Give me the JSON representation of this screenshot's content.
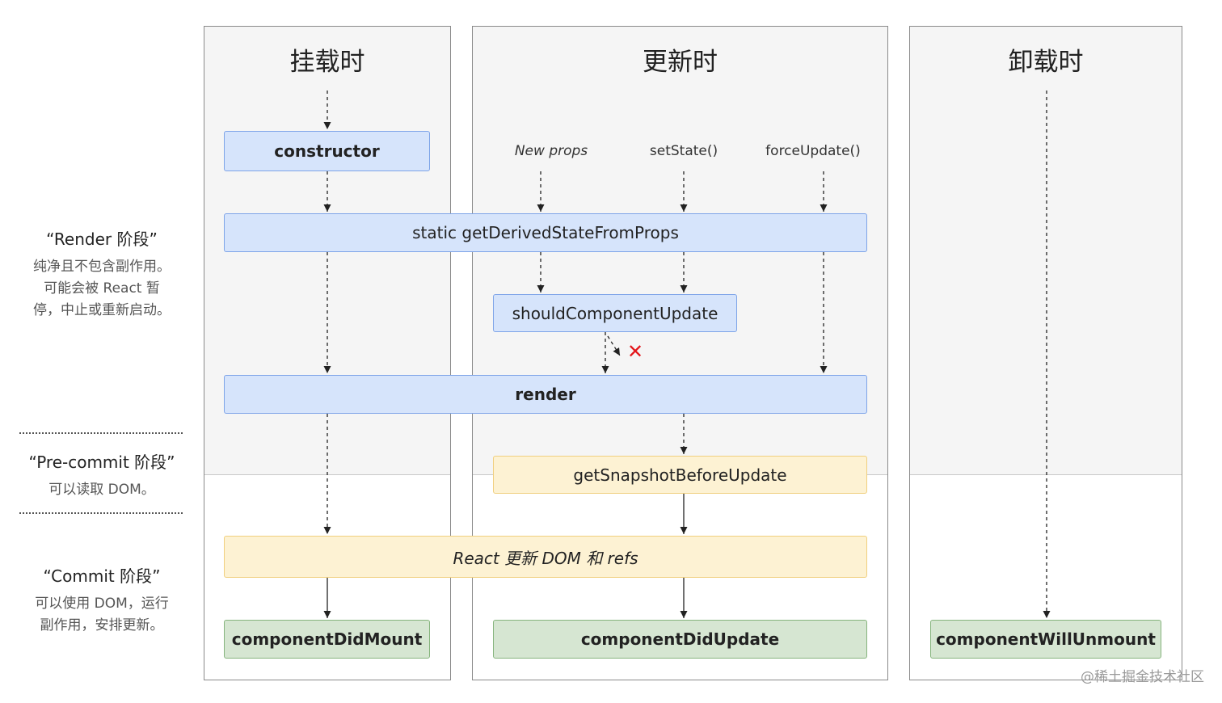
{
  "columns": {
    "mount": {
      "title": "挂载时"
    },
    "update": {
      "title": "更新时"
    },
    "unmount": {
      "title": "卸载时"
    }
  },
  "triggers": {
    "new_props": "New props",
    "set_state": "setState()",
    "force_update": "forceUpdate()"
  },
  "nodes": {
    "constructor": "constructor",
    "get_derived_state": "static getDerivedStateFromProps",
    "should_component_update": "shouldComponentUpdate",
    "render": "render",
    "get_snapshot": "getSnapshotBeforeUpdate",
    "react_updates_dom": "React 更新 DOM 和 refs",
    "component_did_mount": "componentDidMount",
    "component_did_update": "componentDidUpdate",
    "component_will_unmount": "componentWillUnmount"
  },
  "phases": {
    "render": {
      "title": "“Render 阶段”",
      "desc_lines": [
        "纯净且不包含副作用。",
        "可能会被 React 暂",
        "停，中止或重新启动。"
      ]
    },
    "precommit": {
      "title": "“Pre-commit 阶段”",
      "desc_lines": [
        "可以读取 DOM。"
      ]
    },
    "commit": {
      "title": "“Commit 阶段”",
      "desc_lines": [
        "可以使用 DOM，运行",
        "副作用，安排更新。"
      ]
    }
  },
  "cancel_mark": "✕",
  "watermark": "@稀土掘金技术社区",
  "colors": {
    "render_phase_node": "#d6e4fb",
    "precommit_node": "#fdf2d3",
    "commit_node": "#d6e6d2",
    "cancel_mark": "#e3151a"
  }
}
